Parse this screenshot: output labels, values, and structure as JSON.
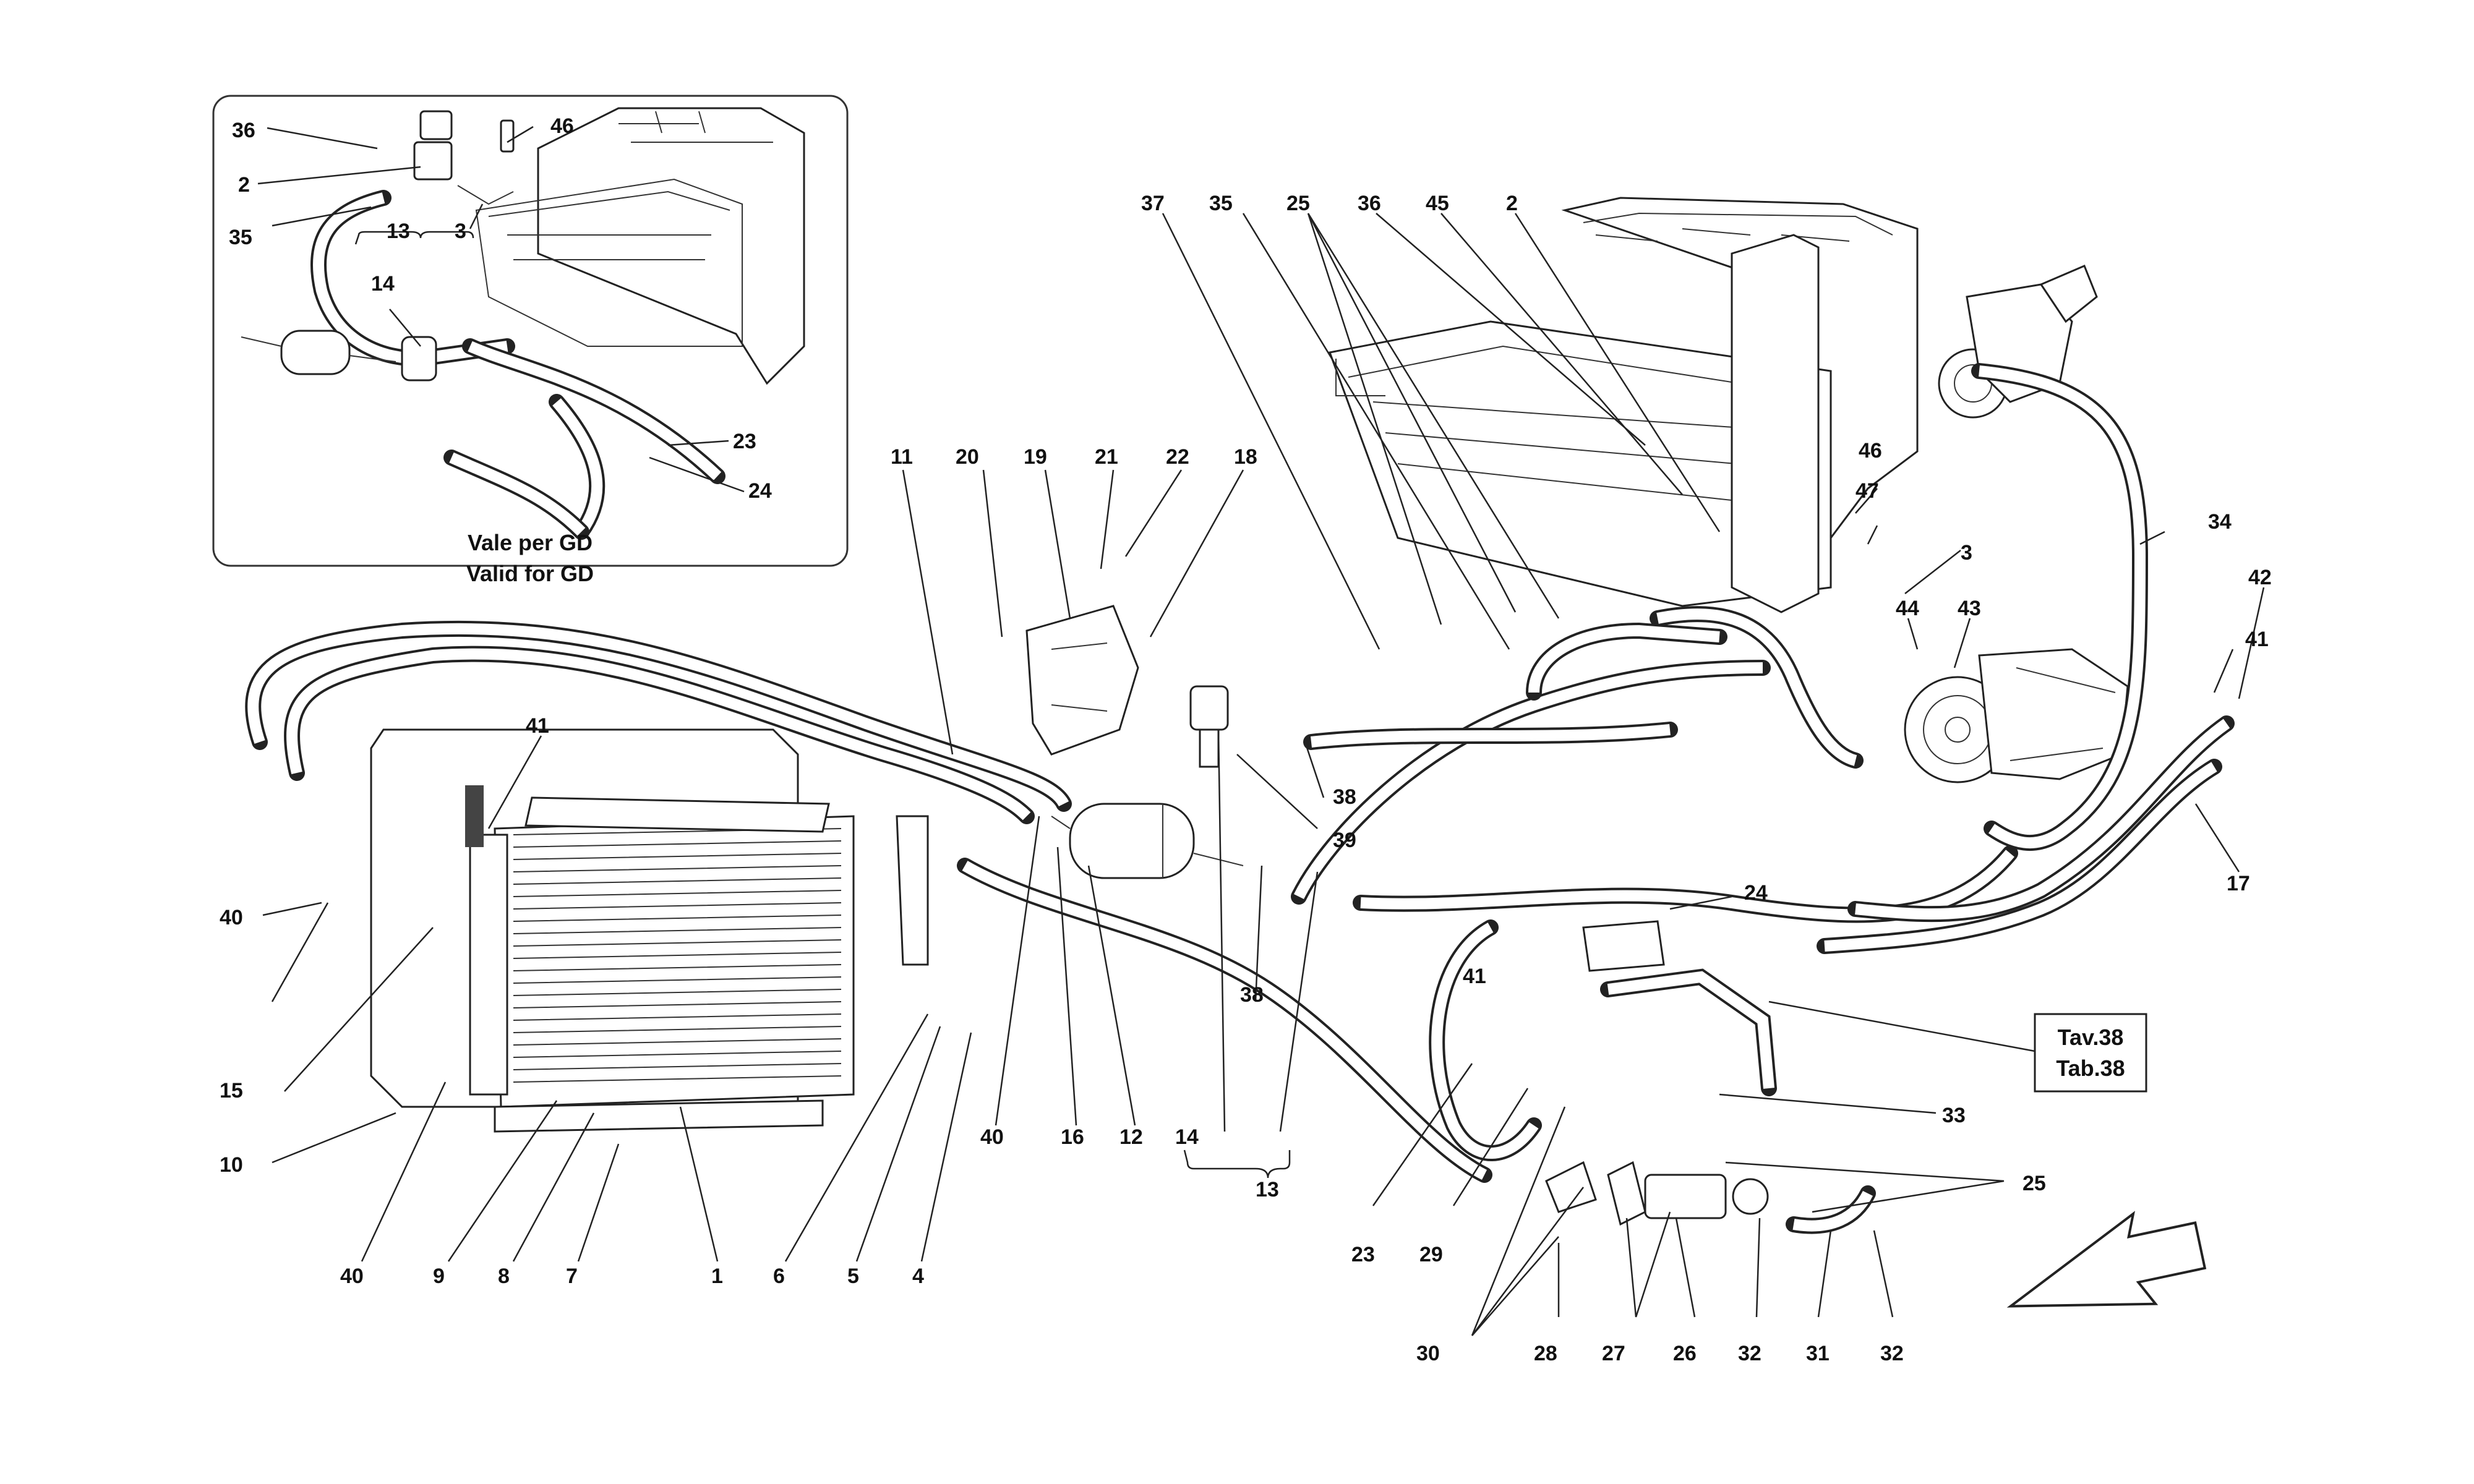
{
  "inset": {
    "caption_line1": "Vale per GD",
    "caption_line2": "Valid for GD",
    "callouts": [
      "36",
      "2",
      "35",
      "13",
      "14",
      "46",
      "3",
      "23",
      "24"
    ]
  },
  "reference_box": {
    "line1": "Tav.38",
    "line2": "Tab.38"
  },
  "callouts": [
    "37",
    "35",
    "25",
    "36",
    "45",
    "2",
    "46",
    "47",
    "3",
    "34",
    "42",
    "41",
    "44",
    "43",
    "17",
    "11",
    "20",
    "19",
    "21",
    "22",
    "18",
    "38",
    "39",
    "24",
    "41",
    "41",
    "40",
    "15",
    "10",
    "40",
    "9",
    "8",
    "7",
    "1",
    "6",
    "5",
    "4",
    "40",
    "16",
    "12",
    "14",
    "13",
    "38",
    "33",
    "25",
    "23",
    "29",
    "30",
    "28",
    "27",
    "26",
    "32",
    "31",
    "32"
  ]
}
